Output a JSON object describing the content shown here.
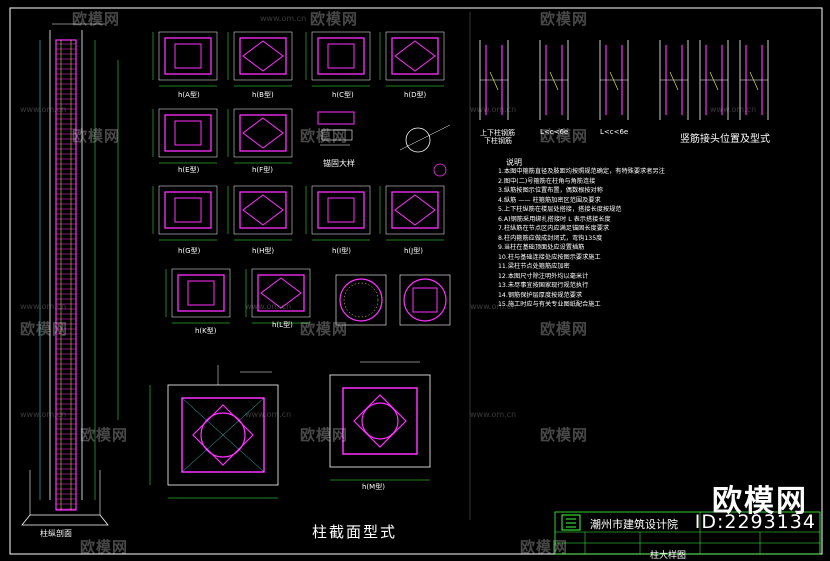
{
  "drawing": {
    "main_caption": "柱截面型式",
    "left_caption": "柱纵剖面",
    "anchor_caption": "锚固大样",
    "splice_caption": "竖筋接头位置及型式",
    "notes_title": "说明",
    "notes": "1.本图中箍筋直径及肢距均按照规范确定，有特殊要求者另注\n2.图中(二)号箍筋在柱角与角筋连接\n3.纵筋按图示位置布置，偶数根按对称\n4.纵筋 —— 柱箍筋加密区范围及要求\n5.上下柱纵筋在楼层处搭接，搭接长度按规范\n6.A)钢筋采用绑扎搭接时 L 表示搭接长度\n7.柱纵筋在节点区内应满足锚固长度要求\n8.柱内箍筋应做成封闭式，弯钩135度\n9.当柱在基础顶面处应设置插筋\n10.柱与基础连接处应按图示要求施工\n11.梁柱节点处箍筋应加密\n12.本图尺寸除注明外均以毫米计\n13.未尽事宜按国家现行规范执行\n14.钢筋保护层厚度按规范要求\n15.施工时应与有关专业图纸配合施工",
    "section_labels": [
      "h(A型)",
      "h(B型)",
      "h(C型)",
      "h(D型)",
      "h(E型)",
      "h(F型)",
      "h(G型)",
      "h(H型)",
      "h(I型)",
      "h(J型)",
      "h(K型)",
      "h(L型)",
      "h(M型)"
    ],
    "splice_labels": [
      "上下柱钢筋",
      "下柱钢筋",
      "L<c<6e",
      "L<c<6e"
    ]
  },
  "title_block": {
    "company": "潮州市建筑设计院",
    "drawing_title": "柱大样图"
  },
  "watermark": {
    "brand": "欧模网",
    "url": "www.om.cn",
    "id": "ID:2293134"
  },
  "colors": {
    "background": "#000000",
    "line_white": "#ffffff",
    "rebar_magenta": "#ff30ff",
    "hatch_yellow": "#ffff40",
    "cyan": "#40ffff",
    "green": "#40ff40"
  }
}
